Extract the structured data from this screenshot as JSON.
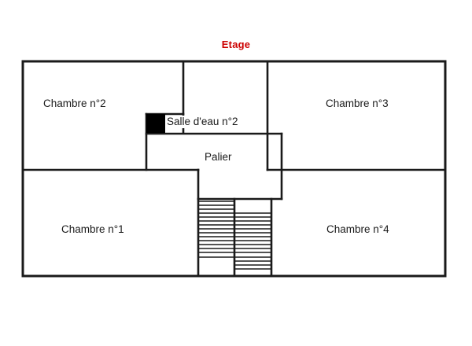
{
  "plan": {
    "title": "Etage",
    "title_color": "#cc0000",
    "line_color": "#1a1a1a",
    "background": "#ffffff",
    "rooms": [
      {
        "id": "chambre-2",
        "label": "Chambre n°2"
      },
      {
        "id": "chambre-3",
        "label": "Chambre n°3"
      },
      {
        "id": "salle-eau-2",
        "label": "Salle d'eau n°2"
      },
      {
        "id": "palier",
        "label": "Palier"
      },
      {
        "id": "chambre-1",
        "label": "Chambre n°1"
      },
      {
        "id": "chambre-4",
        "label": "Chambre n°4"
      }
    ],
    "features": [
      {
        "id": "staircase",
        "name": "staircase",
        "steps_left": 14,
        "steps_right": 14
      },
      {
        "id": "solid-block",
        "name": "filled-wall-block"
      }
    ]
  }
}
